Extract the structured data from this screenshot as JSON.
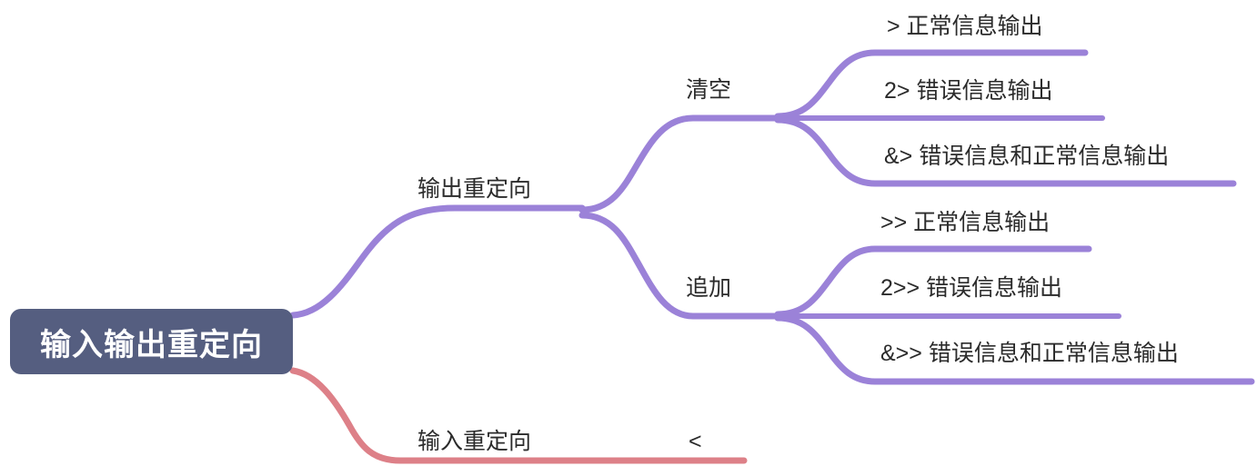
{
  "diagram": {
    "type": "mindmap",
    "title": "输入输出重定向",
    "colors": {
      "root_fill": "#555E80",
      "root_text": "#ffffff",
      "branch_purple": "#9B82D8",
      "branch_red": "#DD8088",
      "label_text": "#2b2b2b",
      "background": "#ffffff"
    },
    "root": {
      "label": "输入输出重定向"
    },
    "branches": [
      {
        "id": "output-redirect",
        "label": "输出重定向",
        "color": "#9B82D8",
        "children": [
          {
            "id": "truncate",
            "label": "清空",
            "leaves": [
              {
                "id": "stdout-truncate",
                "label": "> 正常信息输出"
              },
              {
                "id": "stderr-truncate",
                "label": "2> 错误信息输出"
              },
              {
                "id": "both-truncate",
                "label": "&> 错误信息和正常信息输出"
              }
            ]
          },
          {
            "id": "append",
            "label": "追加",
            "leaves": [
              {
                "id": "stdout-append",
                "label": ">> 正常信息输出"
              },
              {
                "id": "stderr-append",
                "label": "2>> 错误信息输出"
              },
              {
                "id": "both-append",
                "label": "&>> 错误信息和正常信息输出"
              }
            ]
          }
        ]
      },
      {
        "id": "input-redirect",
        "label": "输入重定向",
        "color": "#DD8088",
        "leaves": [
          {
            "id": "stdin-operator",
            "label": "<"
          }
        ]
      }
    ]
  },
  "labels": {
    "root": "输入输出重定向",
    "output_redirect": "输出重定向",
    "truncate": "清空",
    "append": "追加",
    "input_redirect": "输入重定向",
    "stdout_truncate": "> 正常信息输出",
    "stderr_truncate": "2> 错误信息输出",
    "both_truncate": "&> 错误信息和正常信息输出",
    "stdout_append": ">> 正常信息输出",
    "stderr_append": "2>> 错误信息输出",
    "both_append": "&>> 错误信息和正常信息输出",
    "stdin_operator": "<"
  }
}
